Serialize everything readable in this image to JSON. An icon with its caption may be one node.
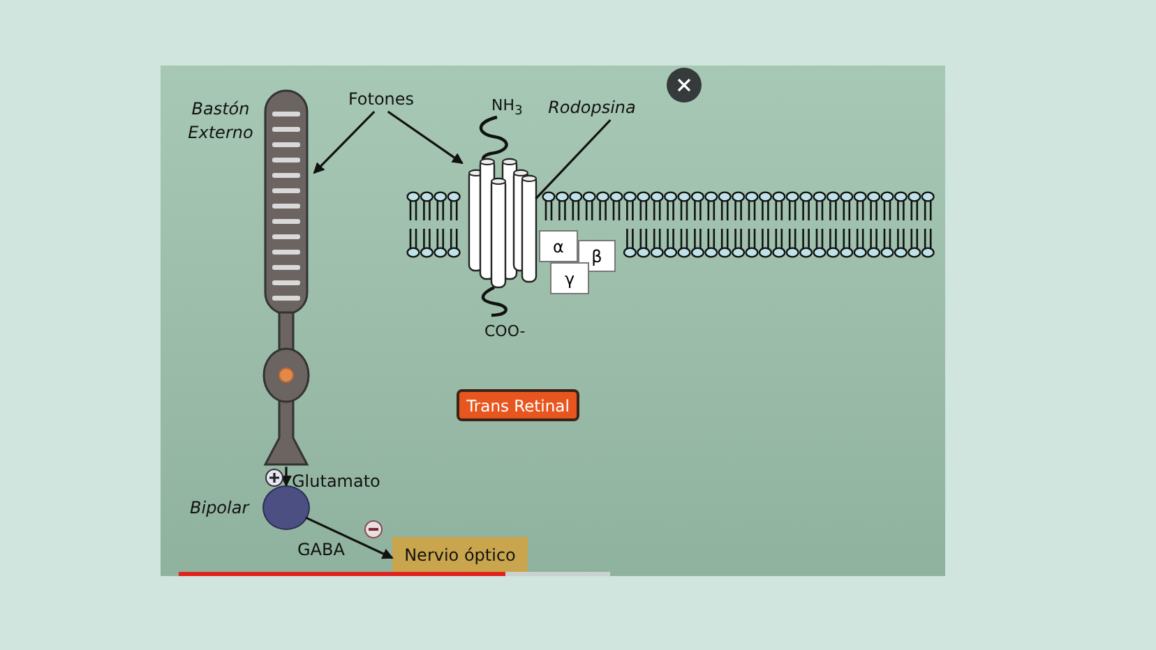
{
  "diagram": {
    "nodes": [
      {
        "text": [
          "Fotones"
        ]
      },
      {
        "text": [],
        "shape": "picture",
        "beside": [
          "Bastón Externo"
        ]
      },
      {
        "text": [],
        "shape": "picture",
        "beside": [
          "NH$_{3}$",
          "COO-"
        ]
      },
      {
        "text": [
          "Rodopsina"
        ]
      },
      {
        "text": [
          "α"
        ]
      },
      {
        "text": [
          "β"
        ]
      },
      {
        "text": [
          "γ"
        ]
      },
      {
        "text": [
          "Trans Retinal"
        ]
      },
      {
        "text": [],
        "shape": "circle",
        "beside": [
          "Bipolar"
        ]
      },
      {
        "text": [
          "Nervio óptico"
        ]
      }
    ],
    "edges": [
      {
        "from": 0,
        "to": 1,
        "arrow": "to"
      },
      {
        "from": 0,
        "to": 2,
        "arrow": "to"
      },
      {
        "from": 3,
        "to": 2,
        "arrow": "none"
      },
      {
        "from": 1,
        "to": 8,
        "arrow": "to",
        "label": "Glutamato"
      },
      {
        "from": 8,
        "to": 9,
        "arrow": "to",
        "label": "GABA"
      }
    ]
  }
}
